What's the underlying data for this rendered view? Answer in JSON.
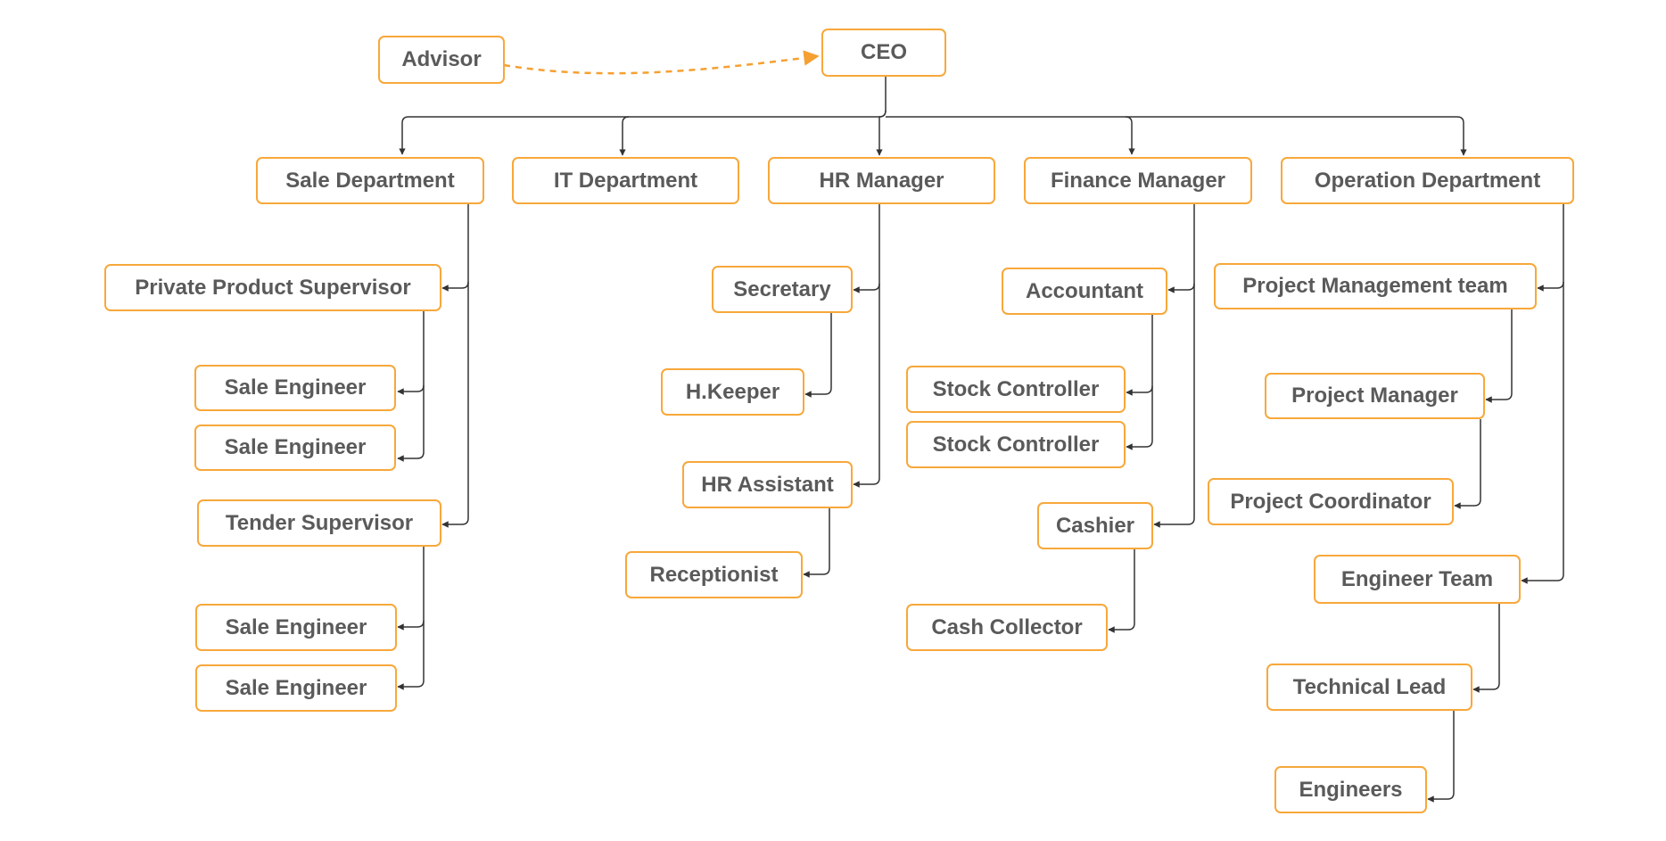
{
  "colors": {
    "box_border": "#F7A83B",
    "text": "#5A5A5A",
    "connector": "#333333",
    "advisor_link": "#F5A031"
  },
  "nodes": {
    "advisor": "Advisor",
    "ceo": "CEO",
    "sale_department": "Sale Department",
    "it_department": "IT Department",
    "hr_manager": "HR Manager",
    "finance_manager": "Finance Manager",
    "operation_department": "Operation Department",
    "private_product_supervisor": "Private Product Supervisor",
    "sale_engineer_1": "Sale Engineer",
    "sale_engineer_2": "Sale Engineer",
    "tender_supervisor": "Tender Supervisor",
    "sale_engineer_3": "Sale Engineer",
    "sale_engineer_4": "Sale Engineer",
    "secretary": "Secretary",
    "h_keeper": "H.Keeper",
    "hr_assistant": "HR Assistant",
    "receptionist": "Receptionist",
    "accountant": "Accountant",
    "stock_controller_1": "Stock Controller",
    "stock_controller_2": "Stock Controller",
    "cashier": "Cashier",
    "cash_collector": "Cash Collector",
    "project_management_team": "Project Management team",
    "project_manager": "Project Manager",
    "project_coordinator": "Project Coordinator",
    "engineer_team": "Engineer Team",
    "technical_lead": "Technical Lead",
    "engineers": "Engineers"
  },
  "links": [
    {
      "from": "advisor",
      "to": "ceo",
      "style": "dashed"
    },
    {
      "from": "ceo",
      "to": "sale_department"
    },
    {
      "from": "ceo",
      "to": "it_department"
    },
    {
      "from": "ceo",
      "to": "hr_manager"
    },
    {
      "from": "ceo",
      "to": "finance_manager"
    },
    {
      "from": "ceo",
      "to": "operation_department"
    },
    {
      "from": "sale_department",
      "to": "private_product_supervisor"
    },
    {
      "from": "sale_department",
      "to": "tender_supervisor"
    },
    {
      "from": "private_product_supervisor",
      "to": "sale_engineer_1"
    },
    {
      "from": "private_product_supervisor",
      "to": "sale_engineer_2"
    },
    {
      "from": "tender_supervisor",
      "to": "sale_engineer_3"
    },
    {
      "from": "tender_supervisor",
      "to": "sale_engineer_4"
    },
    {
      "from": "hr_manager",
      "to": "secretary"
    },
    {
      "from": "hr_manager",
      "to": "hr_assistant"
    },
    {
      "from": "secretary",
      "to": "h_keeper"
    },
    {
      "from": "hr_assistant",
      "to": "receptionist"
    },
    {
      "from": "finance_manager",
      "to": "accountant"
    },
    {
      "from": "finance_manager",
      "to": "cashier"
    },
    {
      "from": "accountant",
      "to": "stock_controller_1"
    },
    {
      "from": "accountant",
      "to": "stock_controller_2"
    },
    {
      "from": "cashier",
      "to": "cash_collector"
    },
    {
      "from": "operation_department",
      "to": "project_management_team"
    },
    {
      "from": "operation_department",
      "to": "engineer_team"
    },
    {
      "from": "project_management_team",
      "to": "project_manager"
    },
    {
      "from": "project_manager",
      "to": "project_coordinator"
    },
    {
      "from": "engineer_team",
      "to": "technical_lead"
    },
    {
      "from": "technical_lead",
      "to": "engineers"
    }
  ]
}
